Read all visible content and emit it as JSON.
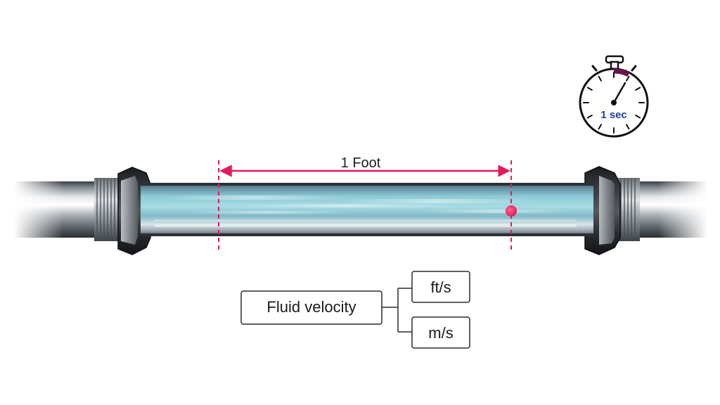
{
  "measurement": {
    "distance_label": "1 Foot"
  },
  "stopwatch": {
    "time_label": "1 sec"
  },
  "velocity_tree": {
    "root_label": "Fluid velocity",
    "units": [
      "ft/s",
      "m/s"
    ]
  },
  "colors": {
    "accent": "#e8185a",
    "stopwatch_text": "#1f3fa0",
    "stopwatch_arc": "#6a1450",
    "fluid": "#7ec3d0",
    "box_border": "#2b2b2b"
  }
}
